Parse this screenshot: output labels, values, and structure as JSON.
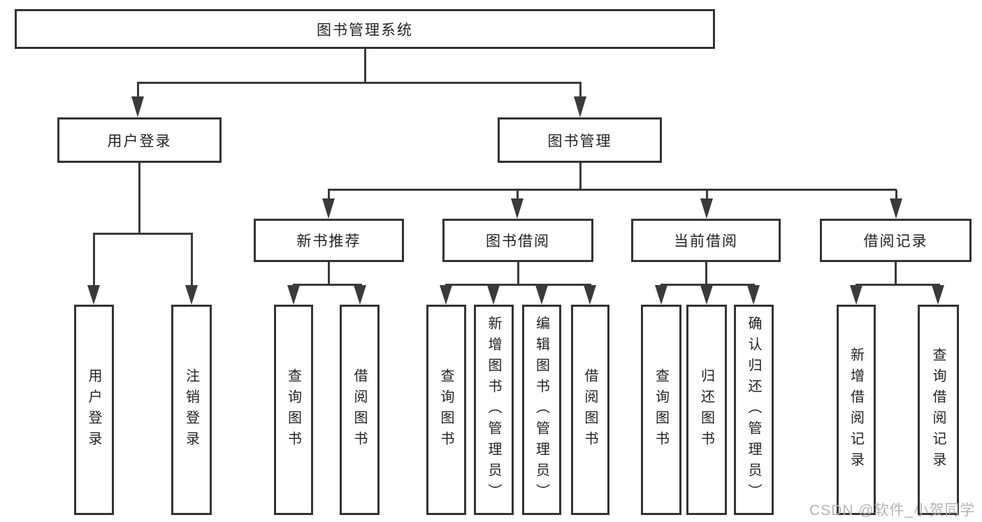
{
  "diagram": {
    "title": "图书管理系统",
    "root": {
      "label": "图书管理系统"
    },
    "branches": [
      {
        "label": "用户登录",
        "children": [
          {
            "label": "用户登录"
          },
          {
            "label": "注销登录"
          }
        ]
      },
      {
        "label": "图书管理",
        "children": [
          {
            "label": "新书推荐",
            "children": [
              {
                "label": "查询图书"
              },
              {
                "label": "借阅图书"
              }
            ]
          },
          {
            "label": "图书借阅",
            "children": [
              {
                "label": "查询图书"
              },
              {
                "label": "新增图书（管理员）"
              },
              {
                "label": "编辑图书（管理员）"
              },
              {
                "label": "借阅图书"
              }
            ]
          },
          {
            "label": "当前借阅",
            "children": [
              {
                "label": "查询图书"
              },
              {
                "label": "归还图书"
              },
              {
                "label": "确认归还（管理员）"
              }
            ]
          },
          {
            "label": "借阅记录",
            "children": [
              {
                "label": "新增借阅记录"
              },
              {
                "label": "查询借阅记录"
              }
            ]
          }
        ]
      }
    ]
  },
  "watermark": "CSDN @软件_小贺同学",
  "colors": {
    "line": "#3a3a3a",
    "box_border": "#333333",
    "text": "#222222",
    "background": "#ffffff",
    "watermark": "#b3b3b3"
  }
}
